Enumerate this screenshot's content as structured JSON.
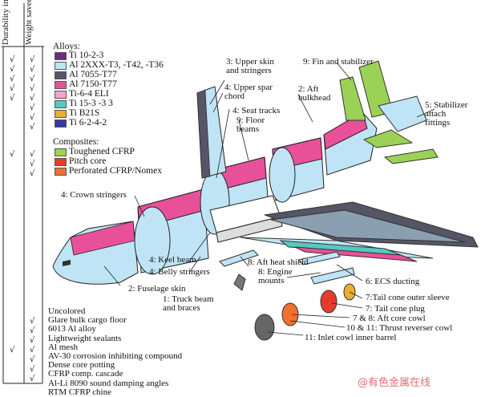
{
  "headers": {
    "durability": "Durability improved",
    "weight": "Weight saved"
  },
  "legend": {
    "alloys_title": "Alloys:",
    "alloys": [
      {
        "label": "Ti 10-2-3",
        "color": "#6a2a8a"
      },
      {
        "label": "Al 2XXX-T3, -T42, -T36",
        "color": "#bfe4f5"
      },
      {
        "label": "Al 7055-T77",
        "color": "#555566"
      },
      {
        "label": "Al 7150-T77",
        "color": "#e8519a"
      },
      {
        "label": "Ti-6-4 ELI",
        "color": "#f2a6c8"
      },
      {
        "label": "Ti 15-3 -3 3",
        "color": "#58c8c0"
      },
      {
        "label": "Ti B21S",
        "color": "#e8b030"
      },
      {
        "label": "Ti 6-2-4-2",
        "color": "#3a3aa0"
      }
    ],
    "composites_title": "Composites:",
    "composites": [
      {
        "label": "Toughened CFRP",
        "color": "#9bd255"
      },
      {
        "label": "Pitch core",
        "color": "#e83a2a"
      },
      {
        "label": "Perforated CFRP/Nomex",
        "color": "#f07030"
      }
    ]
  },
  "bottom_list": [
    "Uncolored",
    "Glare bulk cargo floor",
    "6013 Al alloy",
    "Lightweight sealants",
    "Al mesh",
    "AV-30 corrosion inhibiting compound",
    "Dense core potting",
    "CFRP comp. cascade",
    "Al-Li 8090 sound damping angles",
    "RTM CFRP chine"
  ],
  "labels": {
    "upper_skin": "3: Upper skin\nand stringers",
    "upper_spar": "4: Upper spar\nchord",
    "seat_tracks": "4: Seat tracks",
    "floor_beams": "9: Floor\nbeams",
    "fin": "9: Fin and stabilizer",
    "aft_bulkhead": "2: Aft\nbulkhead",
    "stabilizer": "5: Stabilizer\nattach\nfittings",
    "crown": "4: Crown stringers",
    "keel": "4: Keel beam",
    "belly": "4: Belly stringers",
    "fuselage_skin": "2: Fuselage skin",
    "aft_heat": "8: Aft heat shield",
    "engine_mounts": "8: Engine\nmounts",
    "ecs": "6: ECS ducting",
    "truck": "1: Truck beam\nand braces",
    "tail_sleeve": "7:Tail cone outer sleeve",
    "tail_plug": "7: Tail cone plug",
    "aft_core": "7 & 8: Aft core cowl",
    "thrust": "10 & 11:  Thrust reverser cowl",
    "inlet": "11: Inlet cowl inner barrel"
  },
  "watermark": "@有色金属在线",
  "colors": {
    "wing_green": "#9bd255",
    "fuselage_blue": "#bfe4f5",
    "pink": "#e8519a"
  }
}
